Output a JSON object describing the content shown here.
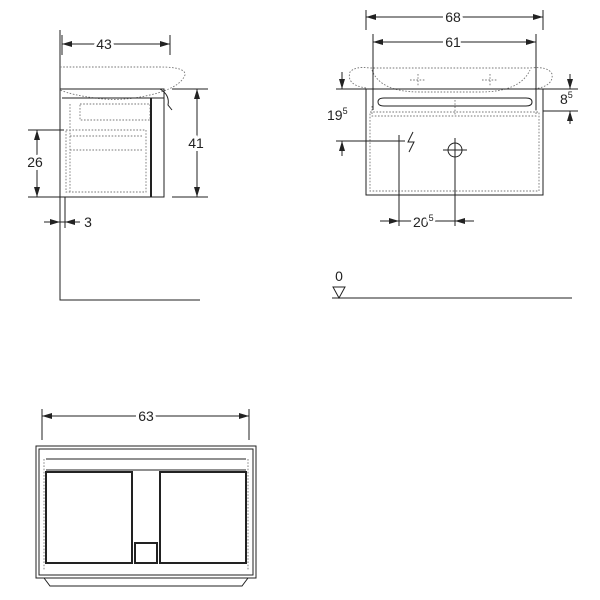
{
  "side_view": {
    "depth_label": "43",
    "height_label": "41",
    "drawer_height_label": "26",
    "offset_label": "3"
  },
  "front_view": {
    "overall_width_label": "68",
    "inner_width_label": "61",
    "drain_height_label": "19",
    "drain_height_sup": "5",
    "top_offset_label": "8",
    "top_offset_sup": "5",
    "drain_offset_label": "20",
    "drain_offset_sup": "5",
    "floor_level_label": "0",
    "electric_symbol": "+ϟ"
  },
  "top_view": {
    "width_label": "63"
  },
  "icons": [
    "arrowhead-icon",
    "floor-triangle-icon",
    "electric-icon",
    "drain-crosshair-icon"
  ]
}
